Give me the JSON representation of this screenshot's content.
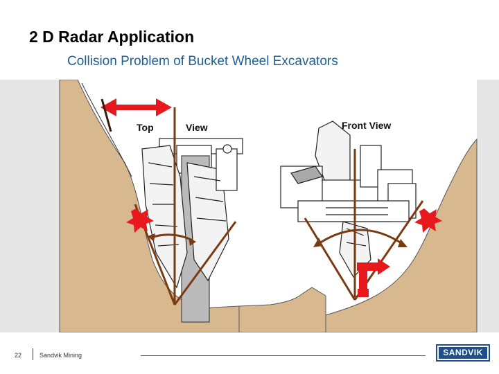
{
  "slide": {
    "title": "2 D Radar Application",
    "subtitle": "Collision Problem of Bucket Wheel Excavators"
  },
  "diagram": {
    "top_view_label_part1": "Top",
    "top_view_label_part2": "View",
    "front_view_label": "Front View"
  },
  "footer": {
    "page_number": "22",
    "company": "Sandvik Mining",
    "logo_text": "SANDVIK"
  },
  "colors": {
    "title": "#000000",
    "subtitle": "#1f5e8f",
    "ground": "#d8b88f",
    "panel_gray": "#e6e6e6",
    "beam": "#7a3b12",
    "collision": "#e8191c",
    "logo": "#1c4f8c"
  }
}
